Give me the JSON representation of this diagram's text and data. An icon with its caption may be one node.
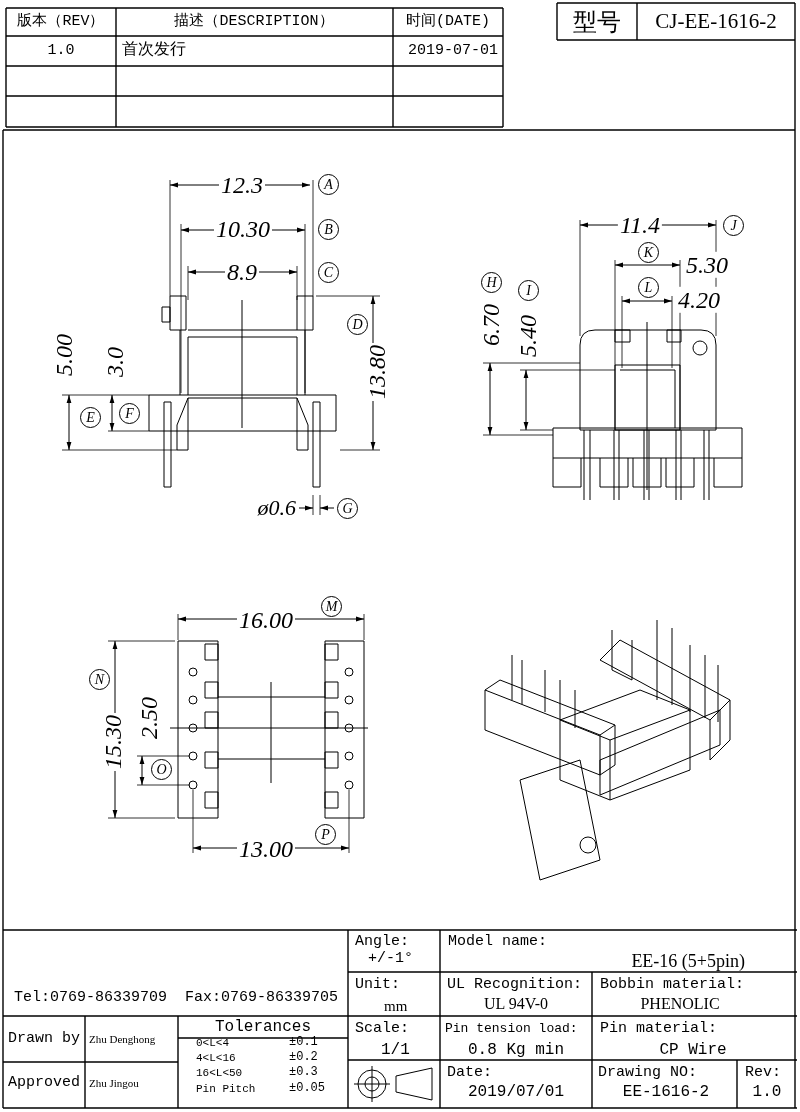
{
  "diagram": {
    "labels": [
      "版本（REV）",
      "描述（DESCRIPTION）",
      "时间(DATE)",
      "1.0",
      "首次发行",
      "2019-07-01",
      "型号",
      "CJ-EE-1616-2",
      "12.3",
      "A",
      "10.30",
      "B",
      "8.9",
      "C",
      "D",
      "5.00",
      "3.0",
      "13.80",
      "E",
      "F",
      "ø0.6",
      "G",
      "11.4",
      "J",
      "K",
      "5.30",
      "H",
      "I",
      "L",
      "4.20",
      "6.70",
      "5.40",
      "16.00",
      "M",
      "N",
      "15.30",
      "2.50",
      "O",
      "13.00",
      "P",
      "Angle:",
      "+/-1°",
      "Model name:",
      "EE-16 (5+5pin)",
      "Tel:0769-86339709",
      "Fax:0769-86339705",
      "Unit:",
      "mm",
      "UL Recognition:",
      "UL 94V-0",
      "Bobbin material:",
      "PHENOLIC",
      "Drawn by",
      "Zhu Denghong",
      "Tolerances",
      "Scale:",
      "1/1",
      "Pin tension load:",
      "0.8 Kg min",
      "Pin material:",
      "CP Wire",
      "0<L<4",
      "±0.1",
      "4<L<16",
      "±0.2",
      "16<L<50",
      "±0.3",
      "Pin Pitch",
      "±0.05",
      "Approved",
      "Zhu Jingou",
      "Date:",
      "2019/07/01",
      "Drawing NO:",
      "EE-1616-2",
      "Rev:",
      "1.0"
    ]
  }
}
